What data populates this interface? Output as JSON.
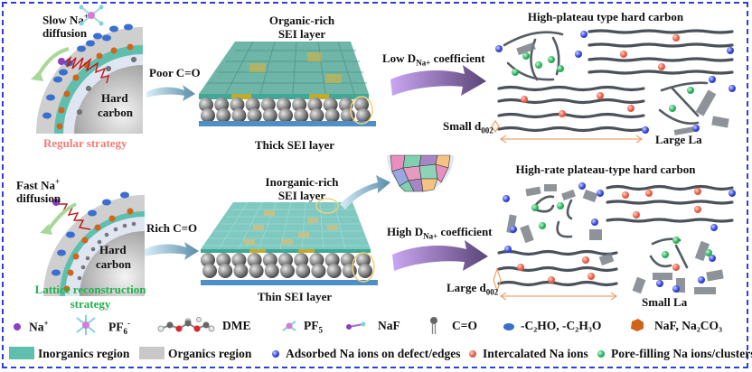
{
  "top": {
    "diffusion_label_1": "Slow Na",
    "diffusion_label_2": "diffusion",
    "hard_carbon_1": "Hard",
    "hard_carbon_2": "carbon",
    "strategy": "Regular strategy",
    "strategy_color": "#f07c78",
    "transition_label": "Poor C=O",
    "sei_title_1": "Organic-rich",
    "sei_title_2": "SEI layer",
    "sei_bottom": "Thick SEI layer",
    "coefficient_prefix": "Low D",
    "coefficient_sub": "Na+",
    "coefficient_suffix": " coefficient",
    "carbon_title": "High-plateau type hard carbon",
    "d002_prefix": "Small d",
    "d002_sub": "002",
    "la_label": "Large La"
  },
  "bottom": {
    "diffusion_label_1": "Fast Na",
    "diffusion_label_2": "diffusion",
    "hard_carbon_1": "Hard",
    "hard_carbon_2": "carbon",
    "strategy_1": "Lattice reconstruction",
    "strategy_2": "strategy",
    "strategy_color": "#22b14c",
    "transition_label": "Rich C=O",
    "sei_title_1": "Inorganic-rich",
    "sei_title_2": "SEI layer",
    "sei_bottom": "Thin SEI layer",
    "coefficient_prefix": "High D",
    "coefficient_sub": "Na+",
    "coefficient_suffix": " coefficient",
    "carbon_title": "High-rate plateau-type hard carbon",
    "d002_prefix": "Large d",
    "d002_sub": "002",
    "la_label": "Small La"
  },
  "legend_row1": {
    "na": "Na",
    "pf6": "PF",
    "dme": "DME",
    "pf5": "PF",
    "naf": "NaF",
    "co": "C=O",
    "organic_groups": "-C₂HO, -C₂H₃O",
    "inorganic_salts": "NaF, Na₂CO₃"
  },
  "legend_row2": {
    "inorganics": "Inorganics region",
    "organics": "Organics region",
    "adsorbed": "Adsorbed Na ions on defect/edges",
    "intercalated": "Intercalated Na ions",
    "pore_filling": "Pore-filling Na ions/clusters"
  },
  "colors": {
    "frame": "#2f3fd8",
    "inorganic": "#5fbfae",
    "organic": "#c8c8c8",
    "adsorbed": "#3b4de0",
    "intercalated": "#f0705a",
    "pore_filling": "#3cc270",
    "na_ion": "#8a3fc0",
    "organic_blob": "#3a6fd0",
    "inorganic_blob": "#d0651a"
  }
}
